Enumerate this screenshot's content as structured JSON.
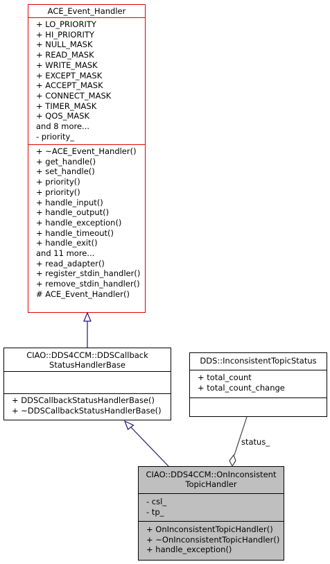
{
  "classes": {
    "ace": {
      "name": "ACE_Event_Handler",
      "attributes": [
        "+ LO_PRIORITY",
        "+ HI_PRIORITY",
        "+ NULL_MASK",
        "+ READ_MASK",
        "+ WRITE_MASK",
        "+ EXCEPT_MASK",
        "+ ACCEPT_MASK",
        "+ CONNECT_MASK",
        "+ TIMER_MASK",
        "+ QOS_MASK",
        "and 8 more...",
        "- priority_"
      ],
      "operations": [
        "+ ~ACE_Event_Handler()",
        "+ get_handle()",
        "+ set_handle()",
        "+ priority()",
        "+ priority()",
        "+ handle_input()",
        "+ handle_output()",
        "+ handle_exception()",
        "+ handle_timeout()",
        "+ handle_exit()",
        "and 11 more...",
        "+ read_adapter()",
        "+ register_stdin_handler()",
        "+ remove_stdin_handler()",
        "# ACE_Event_Handler()"
      ]
    },
    "dds_base": {
      "name_line1": "CIAO::DDS4CCM::DDSCallback",
      "name_line2": "StatusHandlerBase",
      "attributes": [],
      "operations": [
        "+ DDSCallbackStatusHandlerBase()",
        "+ ~DDSCallbackStatusHandlerBase()"
      ]
    },
    "status": {
      "name": "DDS::InconsistentTopicStatus",
      "attributes": [
        "+ total_count",
        "+ total_count_change"
      ],
      "operations": []
    },
    "handler": {
      "name_line1": "CIAO::DDS4CCM::OnInconsistent",
      "name_line2": "TopicHandler",
      "attributes": [
        "- csl_",
        "- tp_"
      ],
      "operations": [
        "+ OnInconsistentTopicHandler()",
        "+ ~OnInconsistentTopicHandler()",
        "+ handle_exception()"
      ]
    }
  },
  "edges": {
    "aggregation_label": "status_"
  },
  "colors": {
    "inheritance_arrow": "#191970",
    "aggregation_line": "#404040",
    "base_border": "#e00000",
    "highlight_fill": "#bfbfbf"
  }
}
